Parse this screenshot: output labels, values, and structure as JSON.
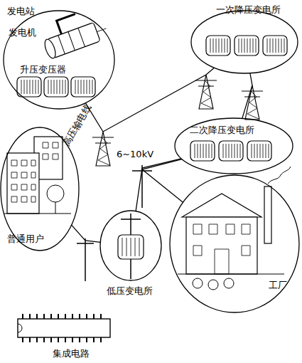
{
  "diagram": {
    "nodes": [
      {
        "text": [
          "发电站",
          "发电机",
          "升压变压器"
        ]
      },
      {
        "text": [
          "一次降压变电所"
        ]
      },
      {
        "text": [
          "二次降压变电所"
        ]
      },
      {
        "text": [
          "普通用户"
        ]
      },
      {
        "text": [
          "低压变电所"
        ]
      },
      {
        "text": [
          "工厂"
        ]
      }
    ],
    "edges": [
      {
        "from": 0,
        "to": 1,
        "arrow": "none",
        "label": "高压输电线"
      },
      {
        "from": 1,
        "to": 2,
        "arrow": "none"
      },
      {
        "from": 2,
        "to": 4,
        "arrow": "none",
        "label": "6~10kV"
      },
      {
        "from": 2,
        "to": 5,
        "arrow": "none"
      },
      {
        "from": 4,
        "to": 3,
        "arrow": "none"
      }
    ],
    "labels": [
      "集成电路"
    ]
  }
}
